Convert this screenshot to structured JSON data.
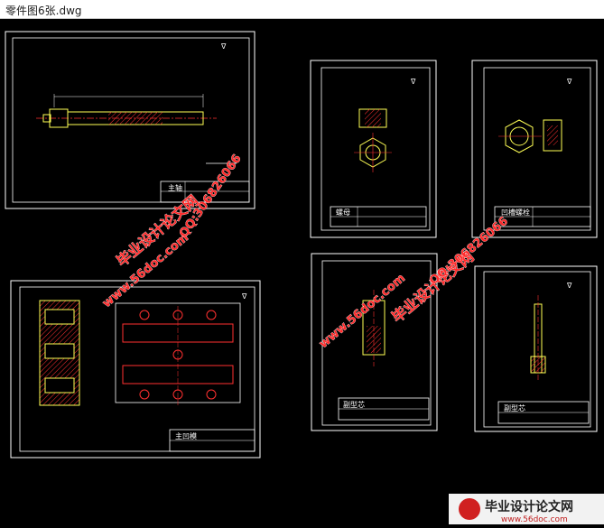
{
  "window": {
    "title": "零件图6张.dwg"
  },
  "sheets": [
    {
      "label": "主轴",
      "dim": "∇"
    },
    {
      "label": "螺母",
      "dim": "∇"
    },
    {
      "label": "凹槽螺栓",
      "dim": "∇"
    },
    {
      "label": "主凹模",
      "dim": "∇"
    },
    {
      "label": "副型芯",
      "dim": "∇"
    },
    {
      "label": "副型芯",
      "dim": "∇"
    }
  ],
  "watermarks": {
    "cn": "毕业设计论文网",
    "url": "www.56doc.com",
    "qq": "QQ:306826066"
  },
  "logo": {
    "text": "毕业设计论文网",
    "url": "www.56doc.com"
  },
  "colors": {
    "frame": "#ffffff",
    "centerline": "#ff3030",
    "hatch": "#ff3030",
    "object": "#ffff55",
    "dim": "#ffffff"
  }
}
